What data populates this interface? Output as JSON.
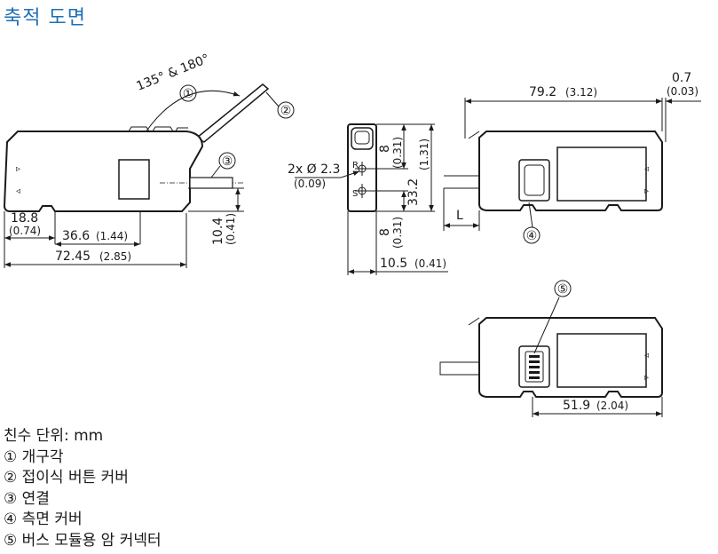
{
  "title": "축적 도면",
  "drawing": {
    "angle_label": "135° & 180°",
    "callouts": [
      "①",
      "②",
      "③",
      "④",
      "⑤"
    ],
    "side_view": {
      "dim_188": "18.8",
      "dim_188_in": "(0.74)",
      "dim_366": "36.6",
      "dim_366_in": "(1.44)",
      "dim_7245": "72.45",
      "dim_7245_in": "(2.85)",
      "dim_104": "10.4",
      "dim_104_in": "(0.41)"
    },
    "front_view": {
      "hole_label": "2x Ø 2.3",
      "hole_label_in": "(0.09)",
      "dim_8_top": "8",
      "dim_8_top_in": "(0.31)",
      "dim_332": "33.2",
      "dim_332_in": "(1.31)",
      "dim_8_bottom": "8",
      "dim_8_bottom_in": "(0.31)",
      "dim_105": "10.5",
      "dim_105_in": "(0.41)",
      "mark_r": "R",
      "mark_s": "S"
    },
    "right_view": {
      "dim_792": "79.2",
      "dim_792_in": "(3.12)",
      "dim_07": "0.7",
      "dim_07_in": "(0.03)",
      "dim_l": "L"
    },
    "bottom_view": {
      "dim_519": "51.9",
      "dim_519_in": "(2.04)"
    }
  },
  "legend": {
    "units": "친수 단위: mm",
    "items": [
      "① 개구각",
      "② 접이식 버튼 커버",
      "③ 연결",
      "④ 측면 커버",
      "⑤ 버스 모듈용 암 커넥터"
    ]
  }
}
